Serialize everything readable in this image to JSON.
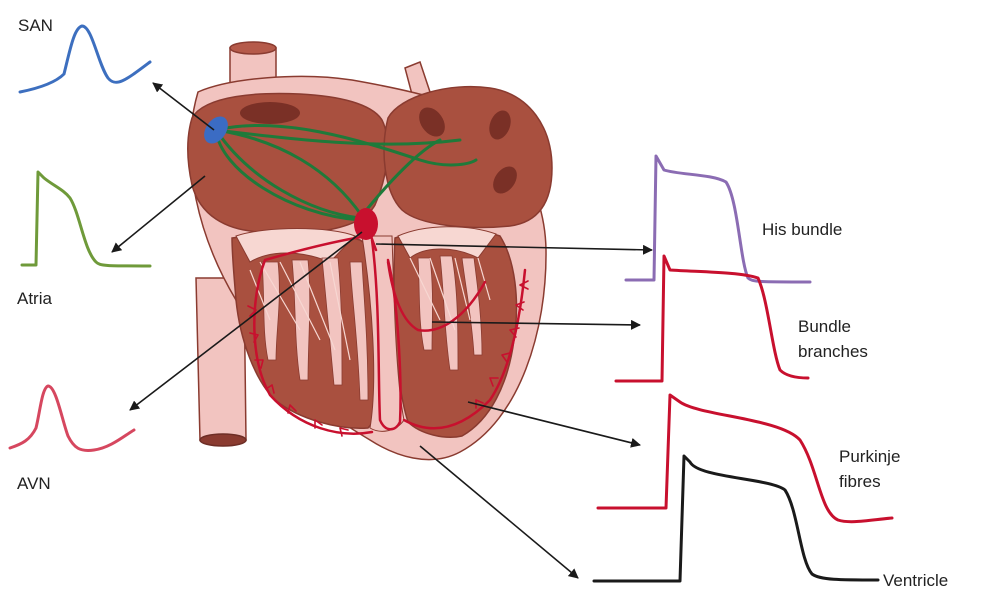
{
  "labels": {
    "san": "SAN",
    "atria": "Atria",
    "avn": "AVN",
    "his_bundle": "His bundle",
    "bundle_branches_1": "Bundle",
    "bundle_branches_2": "branches",
    "purkinje_fibres_1": "Purkinje",
    "purkinje_fibres_2": "fibres",
    "ventricle": "Ventricle"
  },
  "colors": {
    "san_trace": "#3d6fbf",
    "atria_trace": "#6f9a3a",
    "avn_trace": "#d6475f",
    "his_trace": "#8b6cb3",
    "bundle_trace": "#c8102e",
    "purkinje_trace": "#c8102e",
    "ventricle_trace": "#1a1a1a",
    "heart_outer": "#f2c4c0",
    "heart_chamber": "#a9503f",
    "heart_outline": "#8a3b30",
    "conduction_green": "#1f7a3a",
    "conduction_red": "#c8102e",
    "san_node": "#3b6cc4",
    "avn_node": "#c8102e"
  }
}
